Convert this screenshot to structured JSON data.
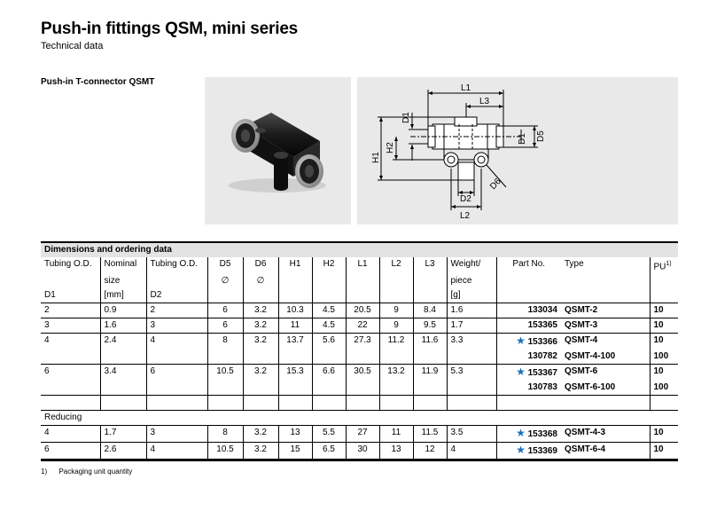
{
  "header": {
    "title": "Push-in fittings QSM, mini series",
    "subtitle": "Technical data",
    "section": "Push-in T-connector QSMT"
  },
  "drawing_labels": {
    "l1": "L1",
    "l2": "L2",
    "l3": "L3",
    "d1a": "D1",
    "d1b": "D1",
    "d2": "D2",
    "d5": "D5",
    "d6": "D6",
    "h1": "H1",
    "h2": "H2"
  },
  "table": {
    "caption": "Dimensions and ordering data",
    "headers": {
      "tubing_od": "Tubing O.D.",
      "nominal": "Nominal",
      "size": "size",
      "mm": "[mm]",
      "tubing_od2": "Tubing O.D.",
      "d5": "D5",
      "d6": "D6",
      "h1": "H1",
      "h2": "H2",
      "l1": "L1",
      "l2": "L2",
      "l3": "L3",
      "weight": "Weight/",
      "piece": "piece",
      "g": "[g]",
      "part_no": "Part No.",
      "type": "Type",
      "pu": "PU",
      "pu_sup": "1)",
      "d1": "D1",
      "d2": "D2",
      "diam": "∅"
    },
    "reducing_label": "Reducing",
    "rows": [
      {
        "d1": "2",
        "nom": "0.9",
        "d2": "2",
        "d5": "6",
        "d6": "3.2",
        "h1": "10.3",
        "h2": "4.5",
        "l1": "20.5",
        "l2": "9",
        "l3": "8.4",
        "w": "1.6",
        "part": "133034",
        "type": "QSMT-2",
        "pu": "10"
      },
      {
        "d1": "3",
        "nom": "1.6",
        "d2": "3",
        "d5": "6",
        "d6": "3.2",
        "h1": "11",
        "h2": "4.5",
        "l1": "22",
        "l2": "9",
        "l3": "9.5",
        "w": "1.7",
        "part": "153365",
        "type": "QSMT-3",
        "pu": "10"
      },
      {
        "d1": "4",
        "nom": "2.4",
        "d2": "4",
        "d5": "8",
        "d6": "3.2",
        "h1": "13.7",
        "h2": "5.6",
        "l1": "27.3",
        "l2": "11.2",
        "l3": "11.6",
        "w": "3.3",
        "part": "153366",
        "type": "QSMT-4",
        "pu": "10",
        "part2": "130782",
        "type2": "QSMT-4-100",
        "pu2": "100"
      },
      {
        "d1": "6",
        "nom": "3.4",
        "d2": "6",
        "d5": "10.5",
        "d6": "3.2",
        "h1": "15.3",
        "h2": "6.6",
        "l1": "30.5",
        "l2": "13.2",
        "l3": "11.9",
        "w": "5.3",
        "part": "153367",
        "type": "QSMT-6",
        "pu": "10",
        "part2": "130783",
        "type2": "QSMT-6-100",
        "pu2": "100"
      }
    ],
    "reducing_rows": [
      {
        "d1": "4",
        "nom": "1.7",
        "d2": "3",
        "d5": "8",
        "d6": "3.2",
        "h1": "13",
        "h2": "5.5",
        "l1": "27",
        "l2": "11",
        "l3": "11.5",
        "w": "3.5",
        "part": "153368",
        "type": "QSMT-4-3",
        "pu": "10"
      },
      {
        "d1": "6",
        "nom": "2.6",
        "d2": "4",
        "d5": "10.5",
        "d6": "3.2",
        "h1": "15",
        "h2": "6.5",
        "l1": "30",
        "l2": "13",
        "l3": "12",
        "w": "4",
        "part": "153369",
        "type": "QSMT-6-4",
        "pu": "10"
      }
    ]
  },
  "footnote": {
    "mark": "1)",
    "text": "Packaging unit quantity"
  }
}
